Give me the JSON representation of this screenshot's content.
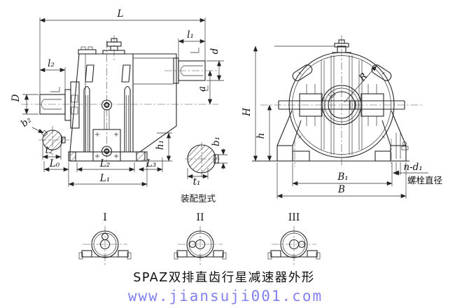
{
  "side_view": {
    "labels": {
      "L": "L",
      "l1": "l₁",
      "l2": "l₂",
      "D": "D",
      "d": "d",
      "a": "a",
      "b2": "b₂",
      "t2": "t₂",
      "L0": "L₀",
      "L2": "L₂",
      "L3": "L₃",
      "L1": "L₁",
      "h1": "h₁",
      "b1": "b₁",
      "t1": "t₁"
    }
  },
  "end_view": {
    "labels": {
      "H": "H",
      "h": "h",
      "R": "R",
      "B1": "B₁",
      "B": "B",
      "nd1": "n-d₁",
      "bolt_caption": "螺栓直径"
    }
  },
  "assembly_types": {
    "caption": "装配型式",
    "items": [
      "I",
      "II",
      "III"
    ]
  },
  "footer": {
    "title": "SPAZ双排直齿行星减速器外形",
    "watermark": "www.jiansuji001.com"
  },
  "colors": {
    "line": "#252525",
    "watermark": "#8181f1"
  }
}
